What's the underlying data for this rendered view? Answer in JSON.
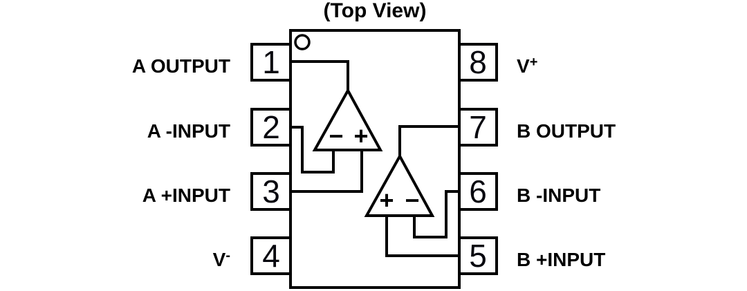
{
  "title": "(Top View)",
  "package": {
    "view": "Top View",
    "pin_count": 8
  },
  "pins": {
    "left": [
      {
        "num": "1",
        "label": "A OUTPUT",
        "sup": ""
      },
      {
        "num": "2",
        "label": "A -INPUT",
        "sup": ""
      },
      {
        "num": "3",
        "label": "A +INPUT",
        "sup": ""
      },
      {
        "num": "4",
        "label": "V",
        "sup": "-"
      }
    ],
    "right": [
      {
        "num": "8",
        "label": "V",
        "sup": "+"
      },
      {
        "num": "7",
        "label": "B OUTPUT",
        "sup": ""
      },
      {
        "num": "6",
        "label": "B -INPUT",
        "sup": ""
      },
      {
        "num": "5",
        "label": "B +INPUT",
        "sup": ""
      }
    ]
  },
  "opamps": {
    "a": {
      "left_sign": "−",
      "right_sign": "+"
    },
    "b": {
      "left_sign": "+",
      "right_sign": "−"
    }
  },
  "colors": {
    "line": "#000000",
    "background": "#ffffff",
    "text": "#000000"
  }
}
